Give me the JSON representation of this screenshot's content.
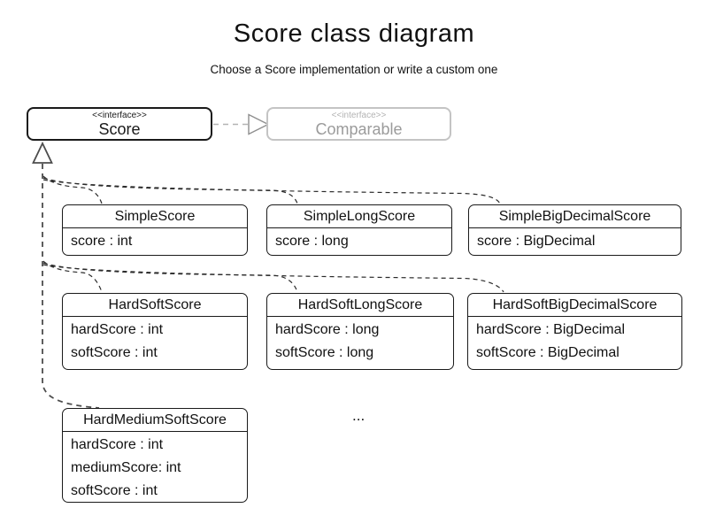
{
  "page": {
    "title": "Score class diagram",
    "subtitle": "Choose a Score implementation or write a custom one",
    "more_indicator": "..."
  },
  "interfaces": {
    "score": {
      "stereotype": "<<interface>>",
      "name": "Score"
    },
    "comparable": {
      "stereotype": "<<interface>>",
      "name": "Comparable"
    }
  },
  "classes": [
    {
      "name": "SimpleScore",
      "attributes": [
        "score : int"
      ]
    },
    {
      "name": "SimpleLongScore",
      "attributes": [
        "score : long"
      ]
    },
    {
      "name": "SimpleBigDecimalScore",
      "attributes": [
        "score : BigDecimal"
      ]
    },
    {
      "name": "HardSoftScore",
      "attributes": [
        "hardScore : int",
        "softScore : int"
      ]
    },
    {
      "name": "HardSoftLongScore",
      "attributes": [
        "hardScore : long",
        "softScore : long"
      ]
    },
    {
      "name": "HardSoftBigDecimalScore",
      "attributes": [
        "hardScore : BigDecimal",
        "softScore : BigDecimal"
      ]
    },
    {
      "name": "HardMediumSoftScore",
      "attributes": [
        "hardScore : int",
        "mediumScore: int",
        "softScore : int"
      ]
    }
  ],
  "colors": {
    "stroke": "#1a1a1a",
    "generalization_line": "#4d4d4d",
    "realization_line": "#b3b3b3",
    "realization_arrow": "#8f8f8f",
    "muted_text": "#9b9b9b",
    "muted_border": "#c4c4c4",
    "background": "#ffffff"
  }
}
